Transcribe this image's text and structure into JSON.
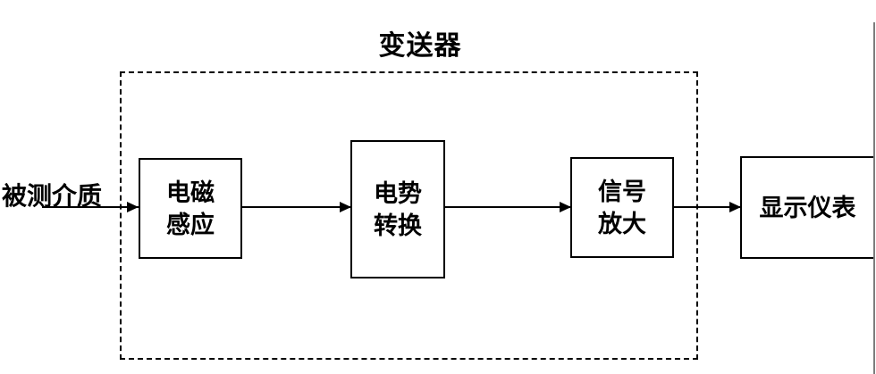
{
  "diagram": {
    "title": "变送器",
    "input_label": "被测介质",
    "blocks": [
      {
        "name": "electromagnetic-induction",
        "label": "电磁\n感应"
      },
      {
        "name": "potential-conversion",
        "label": "电势\n转换"
      },
      {
        "name": "signal-amplification",
        "label": "信号\n放大"
      },
      {
        "name": "display-instrument",
        "label": "显示仪表"
      }
    ],
    "arrows": [
      {
        "name": "input-to-induction"
      },
      {
        "name": "induction-to-conversion"
      },
      {
        "name": "conversion-to-amplification"
      },
      {
        "name": "amplification-to-display"
      }
    ],
    "colors": {
      "line": "#000000",
      "background": "#ffffff",
      "page_edge": "#7d7d7d"
    }
  }
}
